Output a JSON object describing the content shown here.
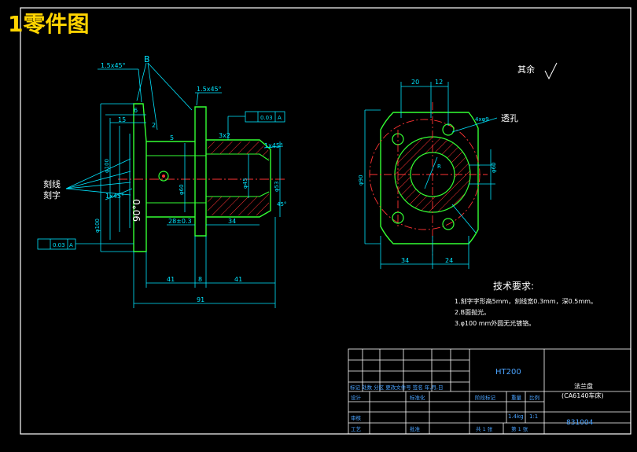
{
  "sheet_title": "1零件图",
  "colors": {
    "background": "#000000",
    "border": "#ffffff",
    "part_outline": "#33ff33",
    "dimension": "#00e5ff",
    "center_line": "#ff3333",
    "hatch": "#ff3333",
    "title_text": "#ffd400",
    "table_text": "#4aa3ff"
  },
  "left_view": {
    "label_B": "B",
    "chamfer_1": "1.5x45°",
    "chamfer_2": "1.5x45°",
    "chamfer_3": "1x45°",
    "chamfer_4": "1x45°",
    "note_line1": "刻线",
    "note_line2": "刻字",
    "tol_1_value": "0.03",
    "tol_1_datum": "A",
    "tol_2_value": "0.03",
    "tol_2_datum": "A",
    "thread": "3x2",
    "groove": "28±0.3",
    "dim_90": "90°0",
    "dim_6": "6",
    "dim_15": "15",
    "dim_2": "2",
    "dim_5": "5",
    "dim_34": "34",
    "dim_41a": "41",
    "dim_8": "8",
    "dim_41b": "41",
    "dim_91": "91",
    "diam_60": "φ60",
    "diam_45": "φ45",
    "diam_53": "φ53",
    "diam_100": "φ100",
    "diam_100b": "φ100",
    "angle_45": "45°"
  },
  "right_view": {
    "dim_20": "20",
    "dim_12": "12",
    "dim_34": "34",
    "dim_24": "24",
    "dim_90": "φ90",
    "holes": "4xφ9",
    "holes_note": "透孔",
    "dim_r": "R",
    "dim_60": "φ60",
    "surface_rest": "其余"
  },
  "tech_requirements": {
    "heading": "技术要求:",
    "items": [
      "1.刻字字形高5mm，刻线宽0.3mm，深0.5mm。",
      "2.B面抛光。",
      "3.φ100 mm外圆无光镀铬。"
    ]
  },
  "title_block": {
    "material": "HT200",
    "part_name_line1": "法兰盘",
    "part_name_line2": "(CA6140车床)",
    "mass": "1.4kg",
    "scale": "1:1",
    "sheets_total": "共 1 张",
    "sheet_no": "第 1 张",
    "drawing_no": "831004",
    "stage_label": "阶段标记",
    "mass_label": "重量",
    "scale_label": "比例",
    "standardize_label": "标准化",
    "approve_label": "批准",
    "revise_row": "标记 处数 分区 更改文件号 签名 年,月,日",
    "design_label": "设计",
    "check_label": "审核",
    "process_label": "工艺"
  }
}
